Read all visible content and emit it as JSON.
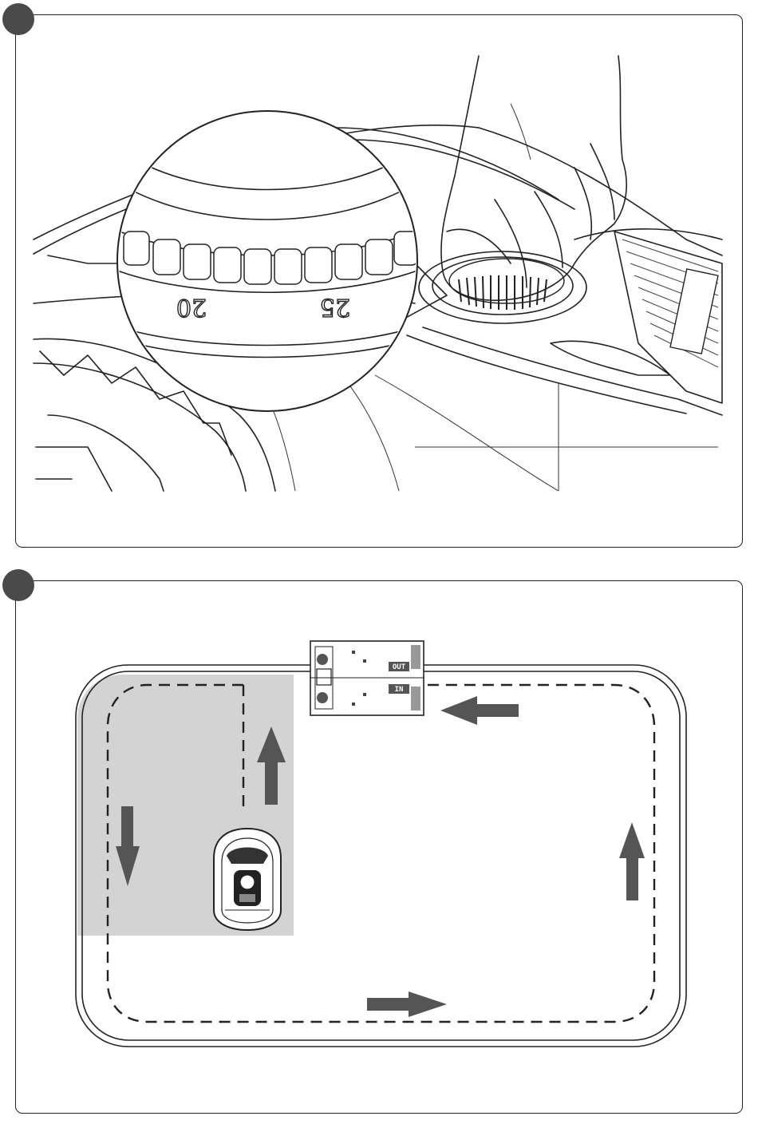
{
  "panel_1": {
    "dial_marks": [
      "20",
      "25"
    ]
  },
  "panel_2": {
    "station_labels": [
      "OUT",
      "IN"
    ]
  },
  "colors": {
    "badge": "#4a4a4a",
    "arrow": "#555555",
    "shaded_zone": "#d3d3d3",
    "line": "#222222"
  },
  "icons": [
    "hand-icon",
    "height-dial-icon",
    "robot-mower-icon",
    "charging-station-icon",
    "direction-arrow-icon"
  ]
}
